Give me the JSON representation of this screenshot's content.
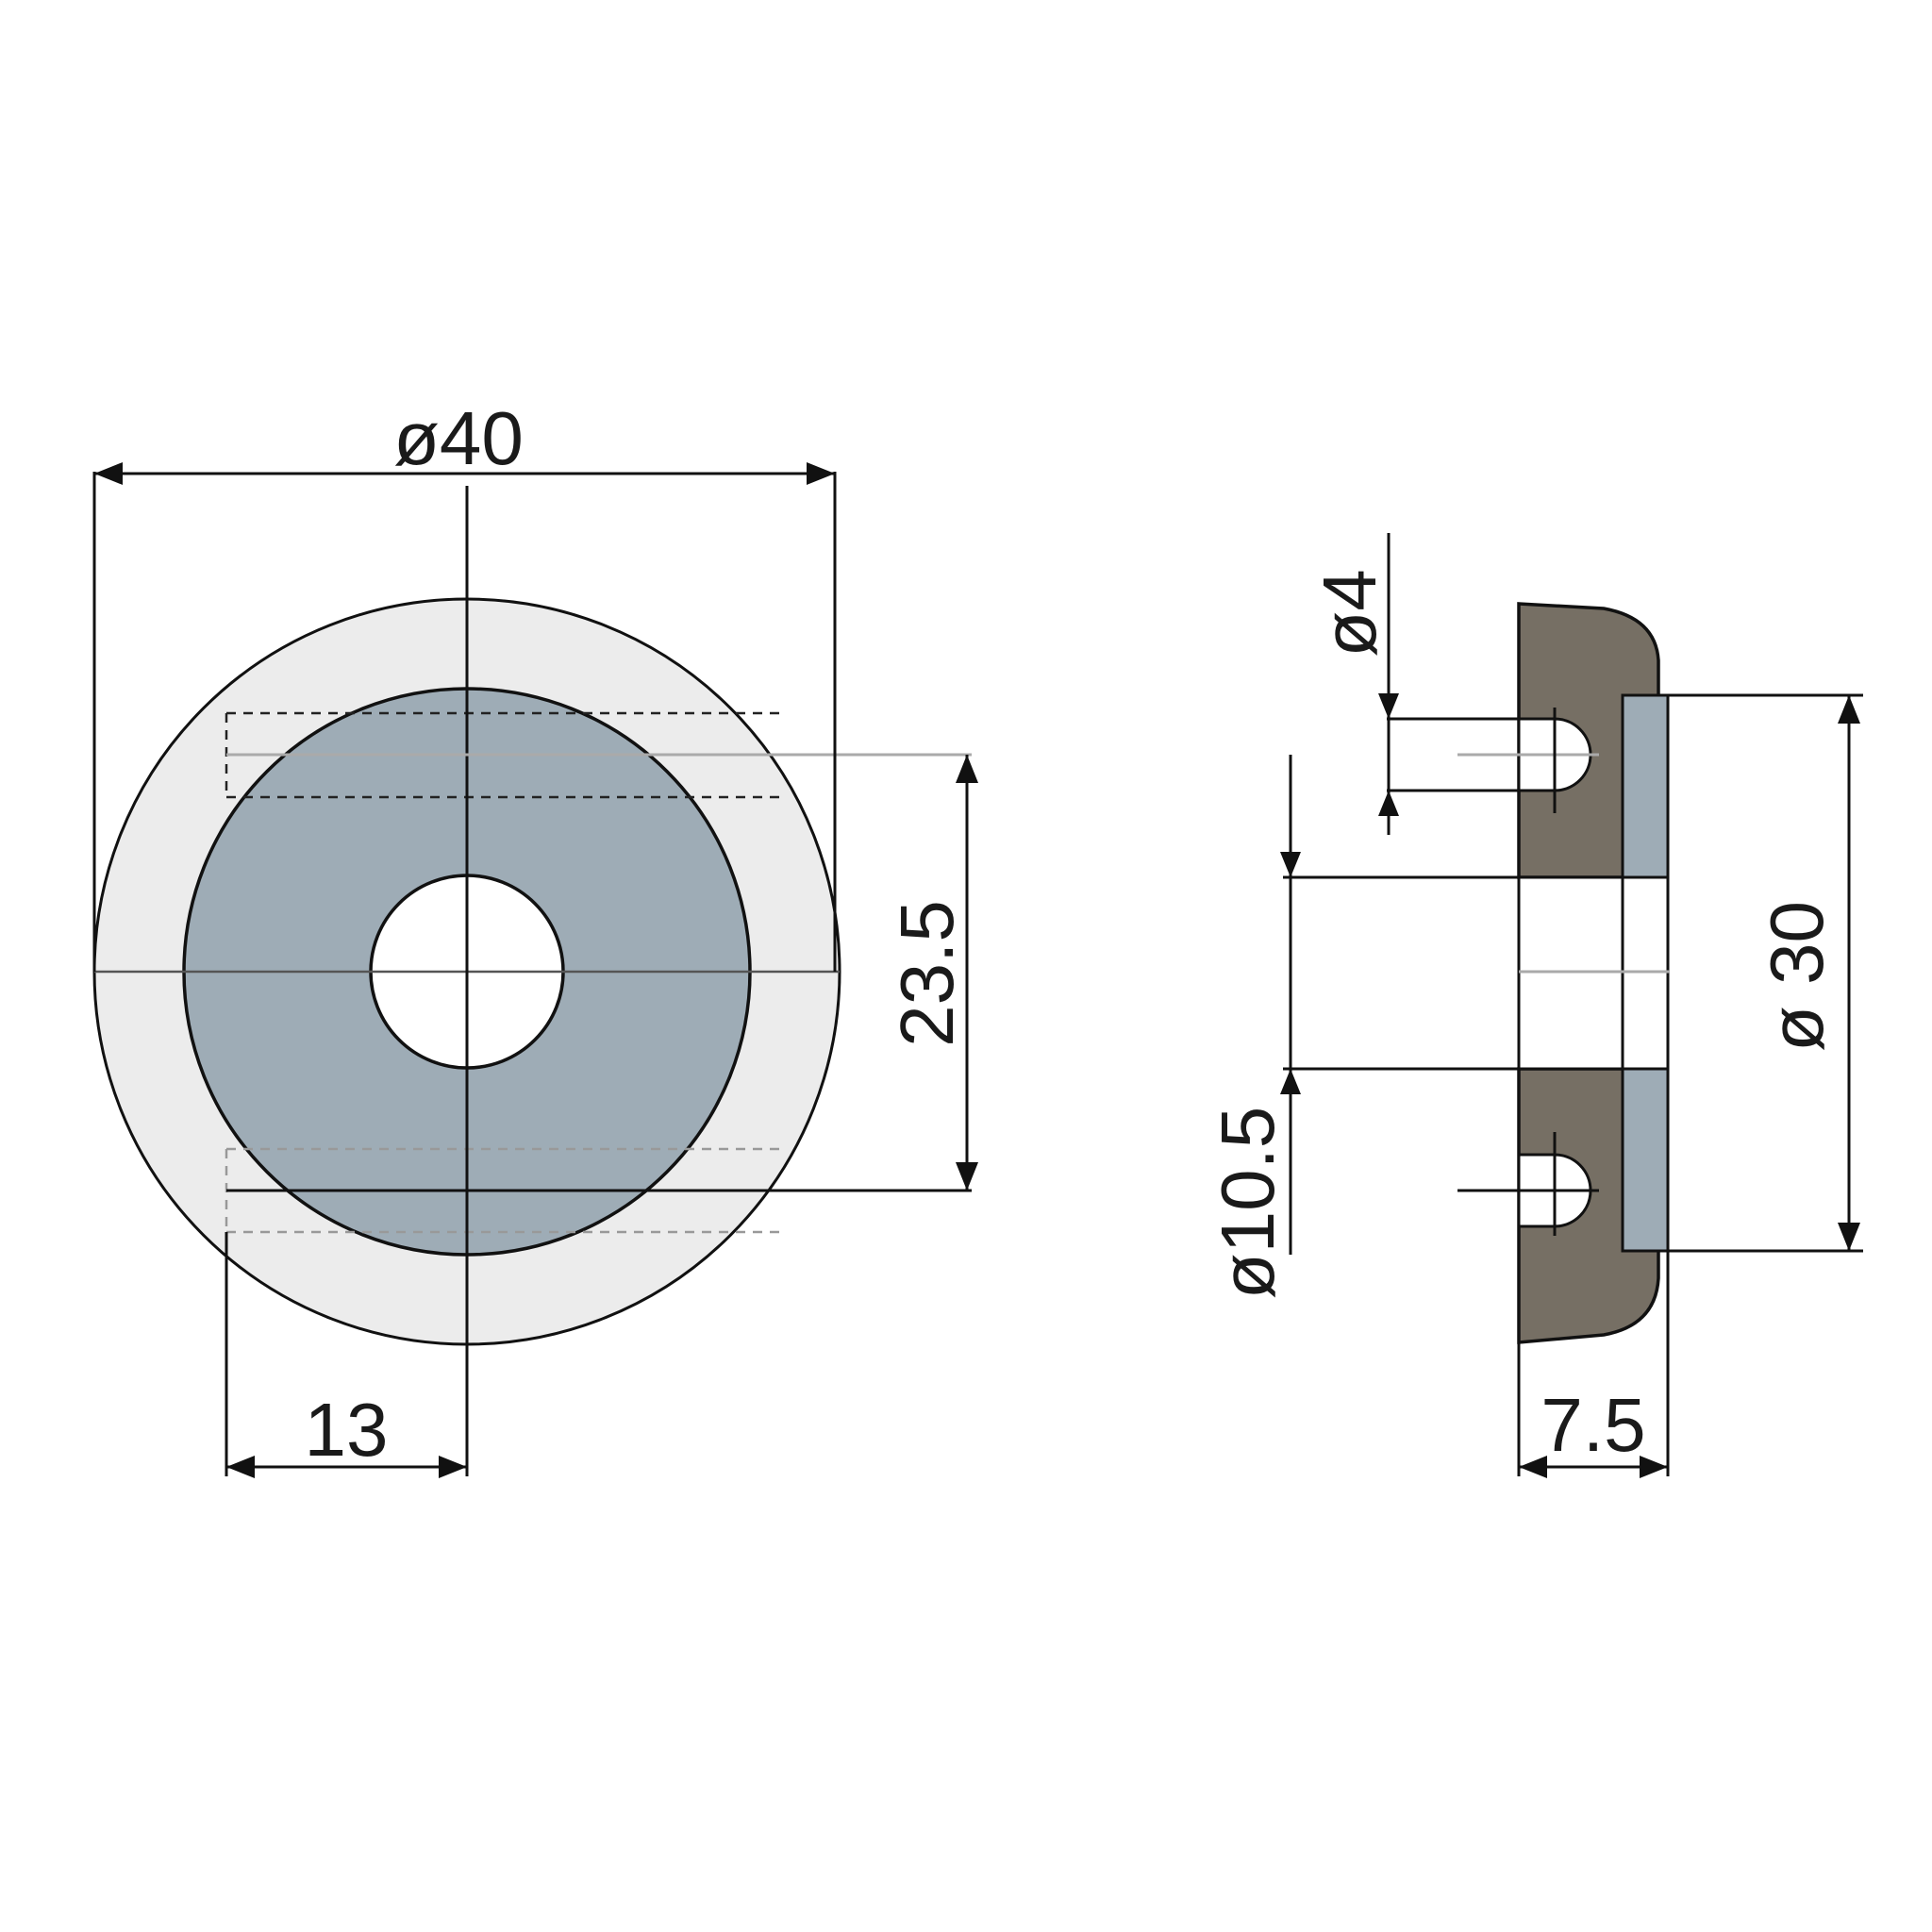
{
  "colors": {
    "outer_ring": "#ececec",
    "inner_disc": "#9eacb6",
    "body_section": "#766f64",
    "pad_section": "#9eacb6",
    "outline": "#111111"
  },
  "dimensions": {
    "outer_diameter": "ø40",
    "hole_spacing": "23.5",
    "hole_offset": "13",
    "hole_diameter": "ø4",
    "bore_diameter": "ø10.5",
    "pad_diameter": "ø 30",
    "thickness": "7.5"
  }
}
